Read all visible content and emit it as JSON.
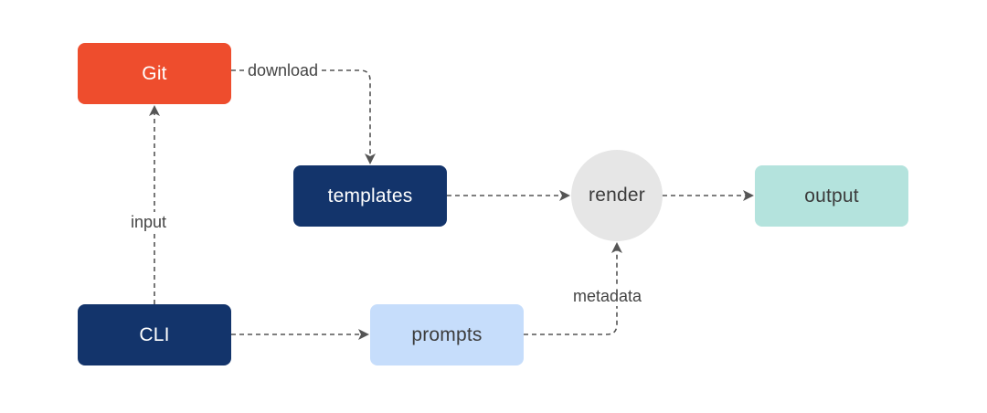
{
  "nodes": {
    "git": "Git",
    "templates": "templates",
    "cli": "CLI",
    "prompts": "prompts",
    "render": "render",
    "output": "output"
  },
  "edges": {
    "download": "download",
    "input": "input",
    "metadata": "metadata"
  },
  "colors": {
    "git": "#ee4d2d",
    "dark_node": "#13346b",
    "prompts": "#c6ddfb",
    "render": "#e6e6e6",
    "output": "#b4e3dd",
    "arrow": "#555555"
  }
}
